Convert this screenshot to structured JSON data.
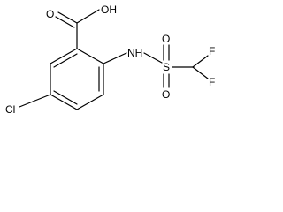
{
  "molecule": {
    "atoms": {
      "oh": "OH",
      "carbonyl_o": "O",
      "nh": "NH",
      "s": "S",
      "so_o_top": "O",
      "so_o_bottom": "O",
      "f_top": "F",
      "f_bottom": "F",
      "cl": "Cl"
    }
  }
}
